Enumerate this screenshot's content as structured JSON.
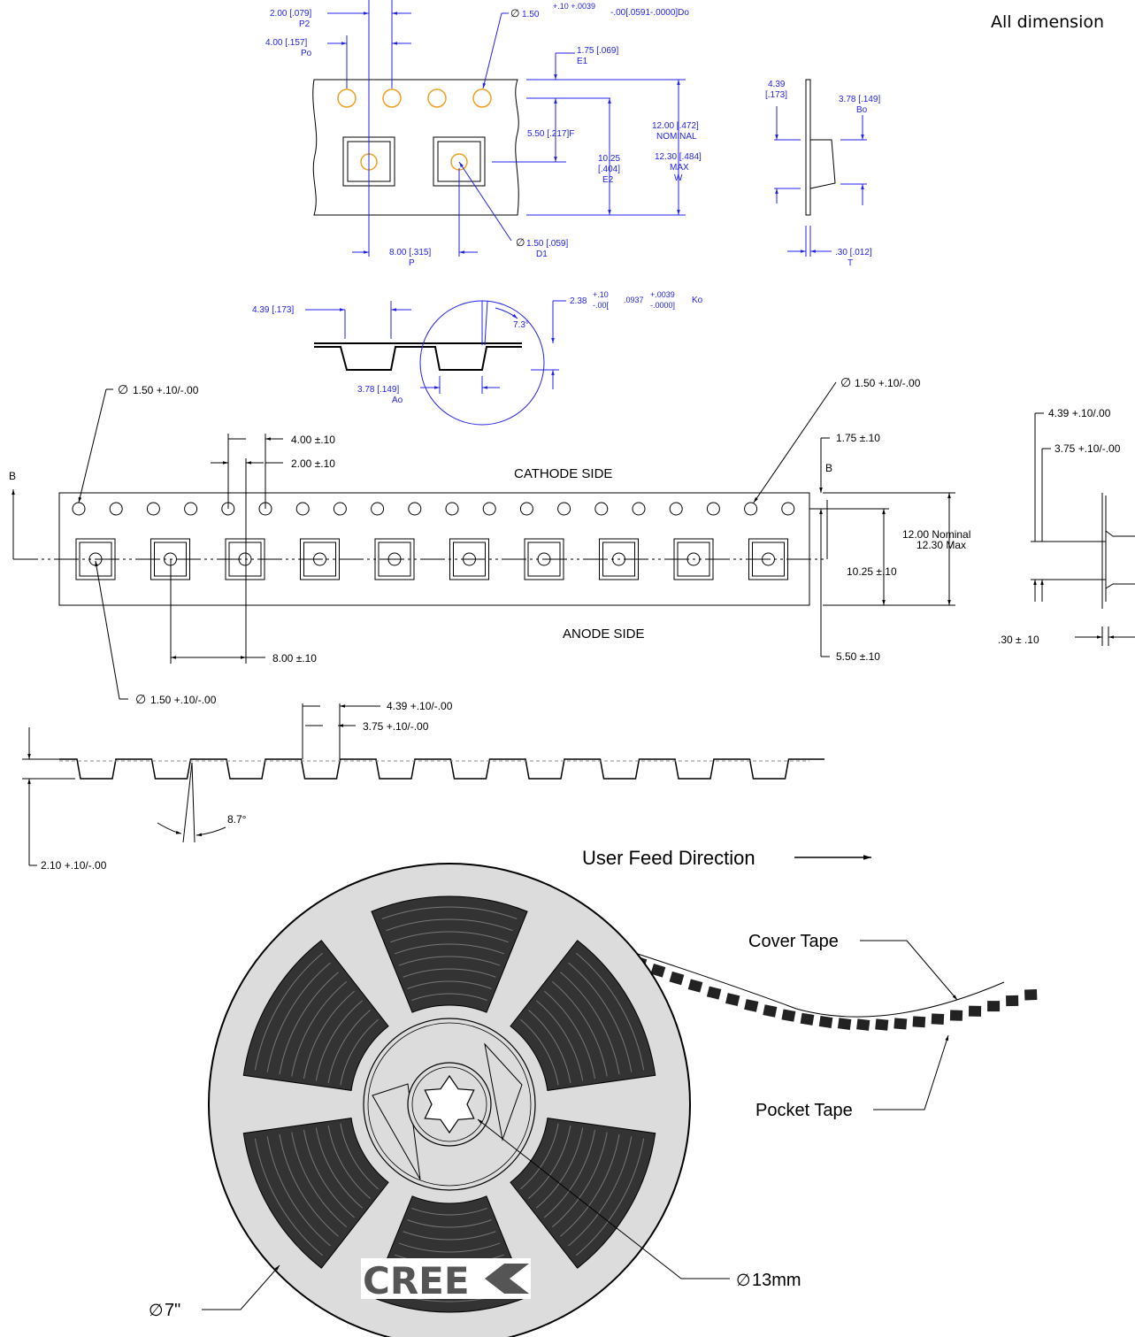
{
  "note": "All dimension",
  "top_view": {
    "p2_top": "2.00 [.079]",
    "p2_bot": "P2",
    "po_top": "4.00 [.157]",
    "po_bot": "Po",
    "do_dia": "1.50",
    "do_tol_top": "+.10 +.0039",
    "do_tol_bot": "-.00[.0591-.0000]Do",
    "e1_top": "1.75 [.069]",
    "e1_bot": "E1",
    "f": "5.50 [.217]F",
    "e2_1": "10.25",
    "e2_2": "[.404]",
    "e2_3": "E2",
    "w_1": "12.00 [.472]",
    "w_2": "NOMINAL",
    "w_3": "12.30 [.484]",
    "w_4": "MAX",
    "w_5": "W",
    "d1_top": "1.50 [.059]",
    "d1_bot": "D1",
    "p_top": "8.00 [.315]",
    "p_bot": "P"
  },
  "side_view": {
    "left_1": "4.39",
    "left_2": "[.173]",
    "bo_1": "3.78 [.149]",
    "bo_2": "Bo",
    "t_1": ".30 [.012]",
    "t_2": "T"
  },
  "section_view": {
    "w": "4.39 [.173]",
    "ko_main": "2.38",
    "ko_tp": "+.10",
    "ko_tm": "-.00[",
    "ko_in": ".0937",
    "ko_itp": "+.0039",
    "ko_itm": "-.0000]",
    "ko_lbl": "Ko",
    "angle": "7.3°",
    "ao_1": "3.78 [.149]",
    "ao_2": "Ao"
  },
  "tape_view": {
    "hole_left": "1.50  +.10/-.00",
    "hole_right": "1.50  +.10/-.00",
    "pitch_4": "4.00 ±.10",
    "pitch_2": "2.00 ±.10",
    "e1": "1.75 ±.10",
    "b_left": "B",
    "b_right": "B",
    "cathode": "CATHODE SIDE",
    "anode": "ANODE SIDE",
    "w_1": "12.00 Nominal",
    "w_2": "12.30 Max",
    "e2": "10.25 ±.10",
    "f": "5.50 ±.10",
    "p": "8.00 ±.10",
    "d1": "1.50  +.10/-.00"
  },
  "right_section": {
    "a": "4.39 +.10/.00",
    "b": "3.75 +.10/-.00",
    "t": ".30 ± .10"
  },
  "profile_view": {
    "a": "4.39 +.10/-.00",
    "b": "3.75 +.10/-.00",
    "angle": "8.7°",
    "depth": "2.10 +.10/-.00"
  },
  "reel": {
    "feed": "User Feed Direction",
    "cover": "Cover Tape",
    "pocket": "Pocket Tape",
    "hub": "13mm",
    "reel_dia": "7\"",
    "logo": "CREE"
  }
}
